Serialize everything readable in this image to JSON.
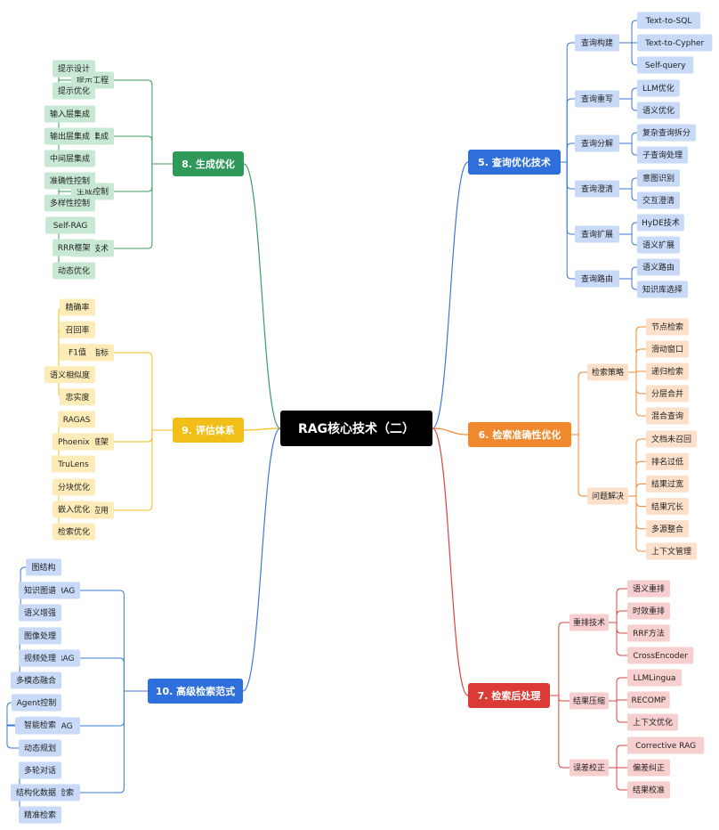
{
  "root": {
    "label": "RAG核心技术（二）"
  },
  "colors": {
    "blue": {
      "main": "#2F6FDB",
      "fill": "#C9DAF8",
      "line": "#3C78D8"
    },
    "orange": {
      "main": "#F0882E",
      "fill": "#FCE0C9",
      "line": "#F0882E"
    },
    "red": {
      "main": "#DC3B35",
      "fill": "#F8CFCF",
      "line": "#D9443E"
    },
    "green": {
      "main": "#2E9958",
      "fill": "#C7E8D3",
      "line": "#3B9C62"
    },
    "yellow": {
      "main": "#F2BE18",
      "fill": "#FDEBB8",
      "line": "#F2BE18"
    }
  },
  "branches": [
    {
      "id": "b5",
      "label": "5. 查询优化技术",
      "color": "blue",
      "groups": [
        {
          "label": "查询构建",
          "leaves": [
            "Text-to-SQL",
            "Text-to-Cypher",
            "Self-query"
          ]
        },
        {
          "label": "查询重写",
          "leaves": [
            "LLM优化",
            "语义优化"
          ]
        },
        {
          "label": "查询分解",
          "leaves": [
            "复杂查询拆分",
            "子查询处理"
          ]
        },
        {
          "label": "查询澄清",
          "leaves": [
            "意图识别",
            "交互澄清"
          ]
        },
        {
          "label": "查询扩展",
          "leaves": [
            "HyDE技术",
            "语义扩展"
          ]
        },
        {
          "label": "查询路由",
          "leaves": [
            "语义路由",
            "知识库选择"
          ]
        }
      ]
    },
    {
      "id": "b6",
      "label": "6. 检索准确性优化",
      "color": "orange",
      "groups": [
        {
          "label": "检索策略",
          "leaves": [
            "节点检索",
            "滑动窗口",
            "递归检索",
            "分层合并",
            "混合查询"
          ]
        },
        {
          "label": "问题解决",
          "leaves": [
            "文档未召回",
            "排名过低",
            "结果过宽",
            "结果冗长",
            "多源整合",
            "上下文管理"
          ]
        }
      ]
    },
    {
      "id": "b7",
      "label": "7. 检索后处理",
      "color": "red",
      "groups": [
        {
          "label": "重排技术",
          "leaves": [
            "语义重排",
            "时效重排",
            "RRF方法",
            "CrossEncoder"
          ]
        },
        {
          "label": "结果压缩",
          "leaves": [
            "LLMLingua",
            "RECOMP",
            "上下文优化"
          ]
        },
        {
          "label": "误差校正",
          "leaves": [
            "Corrective RAG",
            "偏差纠正",
            "结果校准"
          ]
        }
      ]
    },
    {
      "id": "b8",
      "label": "8. 生成优化",
      "color": "green",
      "groups": [
        {
          "label": "提示工程",
          "leaves": [
            "提示设计",
            "提示优化"
          ]
        },
        {
          "label": "结果集成",
          "leaves": [
            "输入层集成",
            "输出层集成",
            "中间层集成"
          ]
        },
        {
          "label": "生成控制",
          "leaves": [
            "准确性控制",
            "多样性控制"
          ]
        },
        {
          "label": "高级技术",
          "leaves": [
            "Self-RAG",
            "RRR框架",
            "动态优化"
          ]
        }
      ]
    },
    {
      "id": "b9",
      "label": "9. 评估体系",
      "color": "yellow",
      "groups": [
        {
          "label": "评估指标",
          "leaves": [
            "精确率",
            "召回率",
            "F1值",
            "语义相似度",
            "忠实度"
          ]
        },
        {
          "label": "评估框架",
          "leaves": [
            "RAGAS",
            "Phoenix",
            "TruLens"
          ]
        },
        {
          "label": "优化应用",
          "leaves": [
            "分块优化",
            "嵌入优化",
            "检索优化"
          ]
        }
      ]
    },
    {
      "id": "b10",
      "label": "10. 高级检索范式",
      "color": "blue",
      "groups": [
        {
          "label": "GraphRAG",
          "leaves": [
            "图结构",
            "知识图谱",
            "语义增强"
          ]
        },
        {
          "label": "多模态RAG",
          "leaves": [
            "图像处理",
            "视频处理",
            "多模态融合"
          ]
        },
        {
          "label": "Agentic-RAG",
          "leaves": [
            "Agent控制",
            "智能检索",
            "动态规划"
          ]
        },
        {
          "label": "上下文检索",
          "leaves": [
            "多轮对话",
            "结构化数据",
            "精准检索"
          ]
        }
      ]
    }
  ]
}
